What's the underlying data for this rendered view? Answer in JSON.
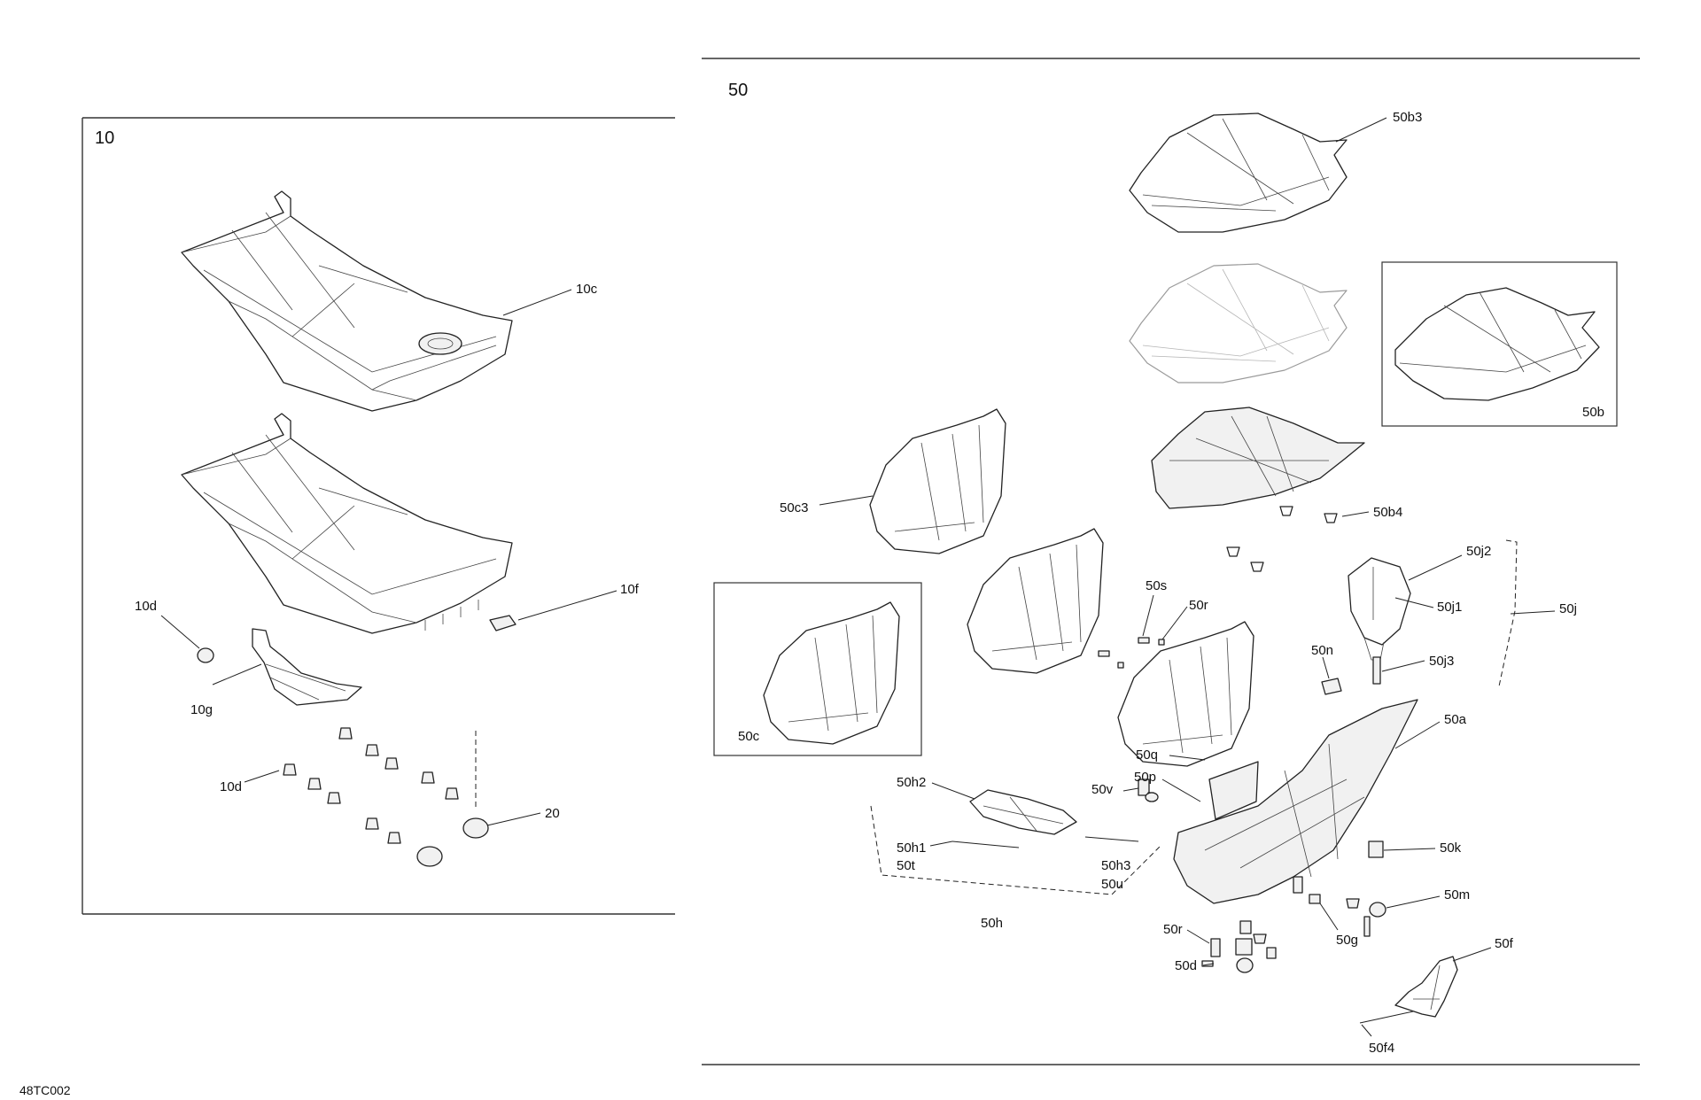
{
  "panels": {
    "left": {
      "number": "10"
    },
    "right": {
      "number": "50"
    }
  },
  "labels": {
    "l10c": "10c",
    "l10d_a": "10d",
    "l10f": "10f",
    "l10g": "10g",
    "l10d_b": "10d",
    "l20": "20",
    "l50b3": "50b3",
    "l50b": "50b",
    "l50b4": "50b4",
    "l50c3": "50c3",
    "l50c": "50c",
    "l50s": "50s",
    "l50r_a": "50r",
    "l50j2": "50j2",
    "l50j1": "50j1",
    "l50j": "50j",
    "l50j3": "50j3",
    "l50n": "50n",
    "l50a": "50a",
    "l50q": "50q",
    "l50p": "50p",
    "l50v": "50v",
    "l50h2": "50h2",
    "l50h1": "50h1",
    "l50t": "50t",
    "l50h3": "50h3",
    "l50u": "50u",
    "l50h": "50h",
    "l50k": "50k",
    "l50m": "50m",
    "l50r_b": "50r",
    "l50g": "50g",
    "l50d": "50d",
    "l50f": "50f",
    "l50f4": "50f4"
  },
  "footer": {
    "reference": "48TC002"
  }
}
